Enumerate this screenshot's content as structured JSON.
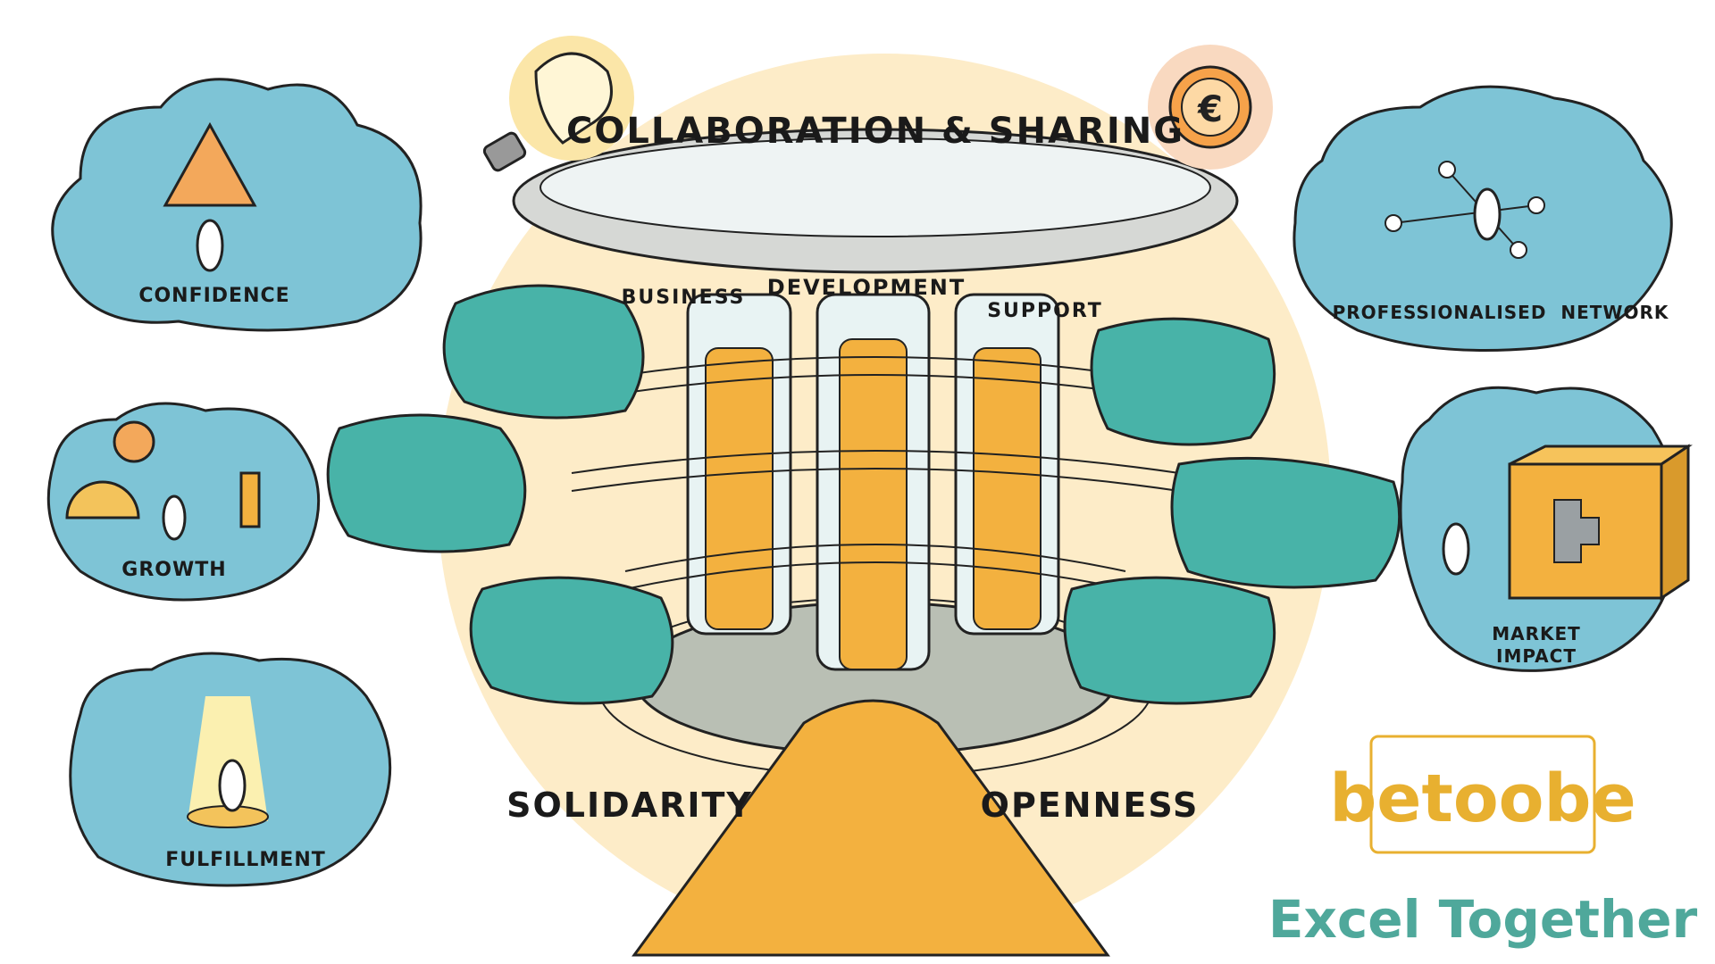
{
  "center": {
    "top_label": "COLLABORATION & SHARING",
    "pillars": [
      "BUSINESS",
      "DEVELOPMENT",
      "SUPPORT"
    ],
    "left_value": "SOLIDARITY",
    "right_value": "OPENNESS"
  },
  "clouds": [
    {
      "label": "CONFIDENCE"
    },
    {
      "label": "GROWTH"
    },
    {
      "label": "FULFILLMENT"
    },
    {
      "label": "PROFESSIONALISED  NETWORK"
    },
    {
      "label_line1": "MARKET",
      "label_line2": "IMPACT"
    }
  ],
  "brand": {
    "logo": "betoobe",
    "tagline": "Excel Together"
  },
  "icons": {
    "euro_symbol": "€"
  },
  "colors": {
    "cloud": "#7ec4d6",
    "teal": "#48b3a8",
    "orange": "#f3b13f",
    "cream": "#fdecc8",
    "logo_gold": "#e8b030",
    "tagline": "#4fa89b"
  }
}
